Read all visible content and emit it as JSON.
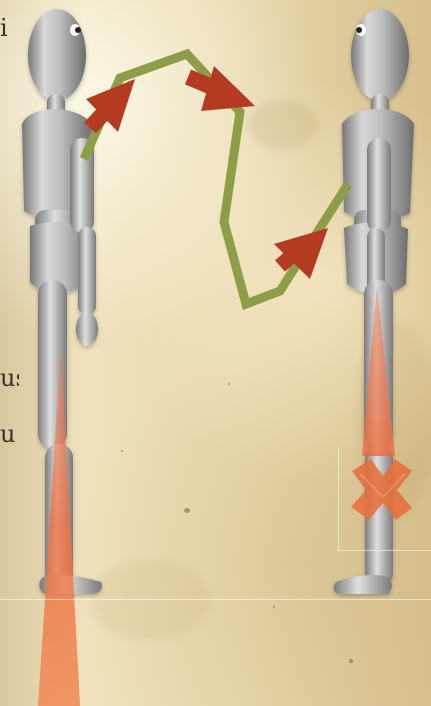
{
  "text_fragments": {
    "top_left": "i",
    "middle_left": "us",
    "lower_left": "u !"
  },
  "colors": {
    "background": "#e9dcb2",
    "mannequin": "#b9b9b9",
    "path": "#8d9d48",
    "arrow": "#b53a22",
    "light_beam": "#ec6b3c",
    "cross_mark": "#e7703c"
  }
}
